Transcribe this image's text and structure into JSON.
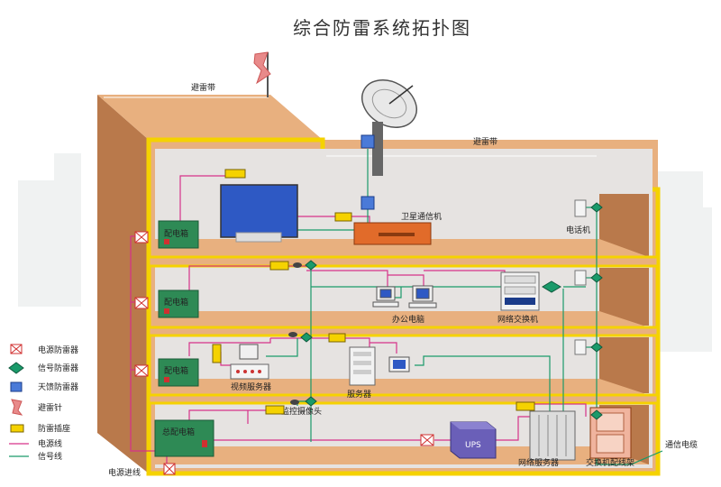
{
  "title": "综合防雷系统拓扑图",
  "labels": {
    "lightning_strip_top": "避雷带",
    "lightning_strip_right": "避雷带",
    "satellite_device": "卫星通信机",
    "telephone": "电话机",
    "dist_box_1": "配电箱",
    "dist_box_2": "配电箱",
    "dist_box_3": "配电箱",
    "main_dist_box": "总配电箱",
    "office_pc": "办公电脑",
    "network_switch": "网络交换机",
    "video_server": "视频服务器",
    "server": "服务器",
    "camera": "监控摄像头",
    "ups": "UPS",
    "network_server": "网络服务器",
    "switch_frame": "交换机配线架",
    "comm_cable": "通信电缆",
    "power_inlet": "电源进线"
  },
  "legend": [
    {
      "label": "电源防雷器",
      "icon": "power-surge-protector-icon"
    },
    {
      "label": "信号防雷器",
      "icon": "signal-surge-protector-icon"
    },
    {
      "label": "天馈防雷器",
      "icon": "antenna-feeder-protector-icon"
    },
    {
      "label": "避雷针",
      "icon": "lightning-rod-icon"
    },
    {
      "label": "防雷插座",
      "icon": "surge-socket-icon"
    },
    {
      "label": "电源线",
      "icon": "power-line-icon"
    },
    {
      "label": "信号线",
      "icon": "signal-line-icon"
    }
  ],
  "colors": {
    "wall": "#e8b07f",
    "wall_side": "#b9794b",
    "frame": "#f5d200",
    "room": "#e6e3e1",
    "power_line": "#d6338a",
    "signal_line": "#1a9a6a",
    "protector_red": "#d03030",
    "dist_box": "#2e8a55",
    "ups": "#6a5fb8"
  }
}
